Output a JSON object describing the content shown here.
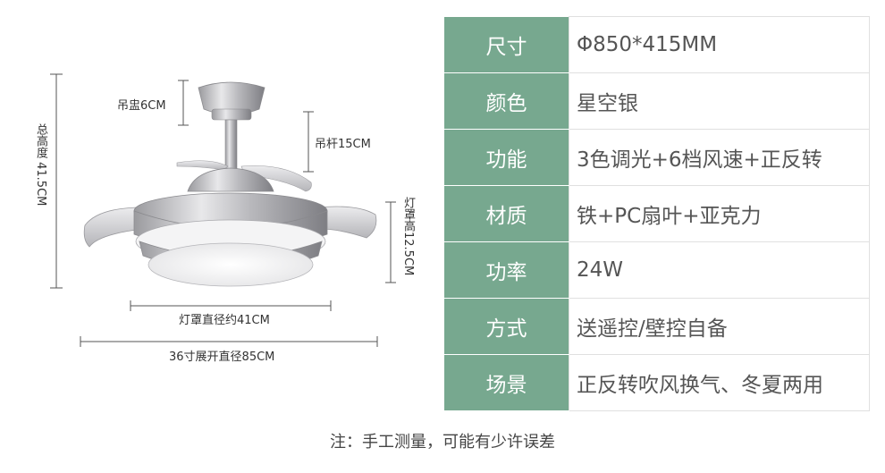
{
  "dimensions": {
    "canopy": "吊盅6CM",
    "rod": "吊杆15CM",
    "shade_height": "灯罩高12.5CM",
    "total_height": "总高度 41.5CM",
    "shade_diameter": "灯罩直径约41CM",
    "span": "36寸展开直径85CM"
  },
  "specs": [
    {
      "label": "尺寸",
      "value": "Φ850*415MM"
    },
    {
      "label": "颜色",
      "value": "星空银"
    },
    {
      "label": "功能",
      "value": "3色调光+6档风速+正反转"
    },
    {
      "label": "材质",
      "value": "铁+PC扇叶+亚克力"
    },
    {
      "label": "功率",
      "value": "24W"
    },
    {
      "label": "方式",
      "value": "送遥控/壁控自备"
    },
    {
      "label": "场景",
      "value": "正反转吹风换气、冬夏两用"
    }
  ],
  "note": "注：手工测量，可能有少许误差",
  "colors": {
    "label_bg": "#77a88f"
  }
}
